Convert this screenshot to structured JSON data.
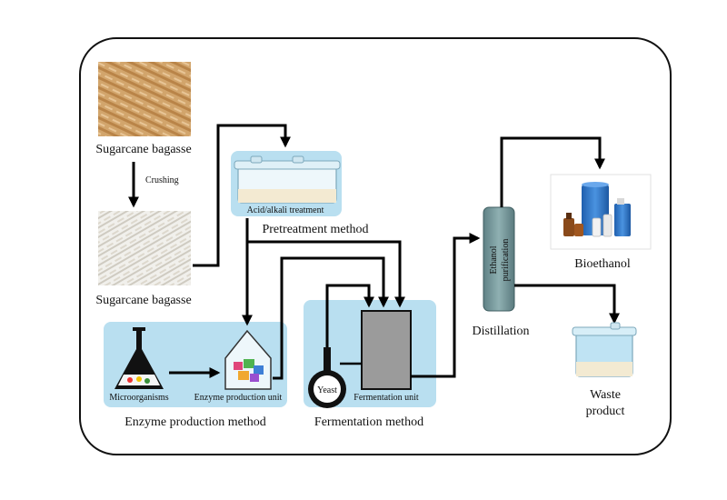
{
  "labels": {
    "sugarcane_raw": "Sugarcane bagasse",
    "crushing": "Crushing",
    "sugarcane_crushed": "Sugarcane bagasse",
    "acid_alkali": "Acid/alkali treatment",
    "pretreatment_method": "Pretreatment method",
    "microorganisms": "Microorganisms",
    "enzyme_unit": "Enzyme production unit",
    "enzyme_method": "Enzyme production method",
    "yeast": "Yeast",
    "fermentation_unit": "Fermentation unit",
    "fermentation_method": "Fermentation method",
    "ethanol_line1": "Ethanol",
    "ethanol_line2": "purification",
    "distillation": "Distillation",
    "bioethanol": "Bioethanol",
    "waste_line1": "Waste",
    "waste_line2": "product"
  },
  "colors": {
    "panel_blue": "#b9dff0",
    "bagasse_tan": "#c99a62",
    "bagasse_white": "#ecebe6",
    "column_teal": "#6f8f92",
    "tank_gray": "#9b9b9b",
    "drum_blue": "#2c73c8",
    "bottle_amber": "#8a4a1a"
  },
  "icons": [
    "flask-icon",
    "enzyme-bag-icon",
    "yeast-flask-icon",
    "container-icon",
    "distillation-column-icon",
    "drum-icon",
    "bottle-icon"
  ]
}
